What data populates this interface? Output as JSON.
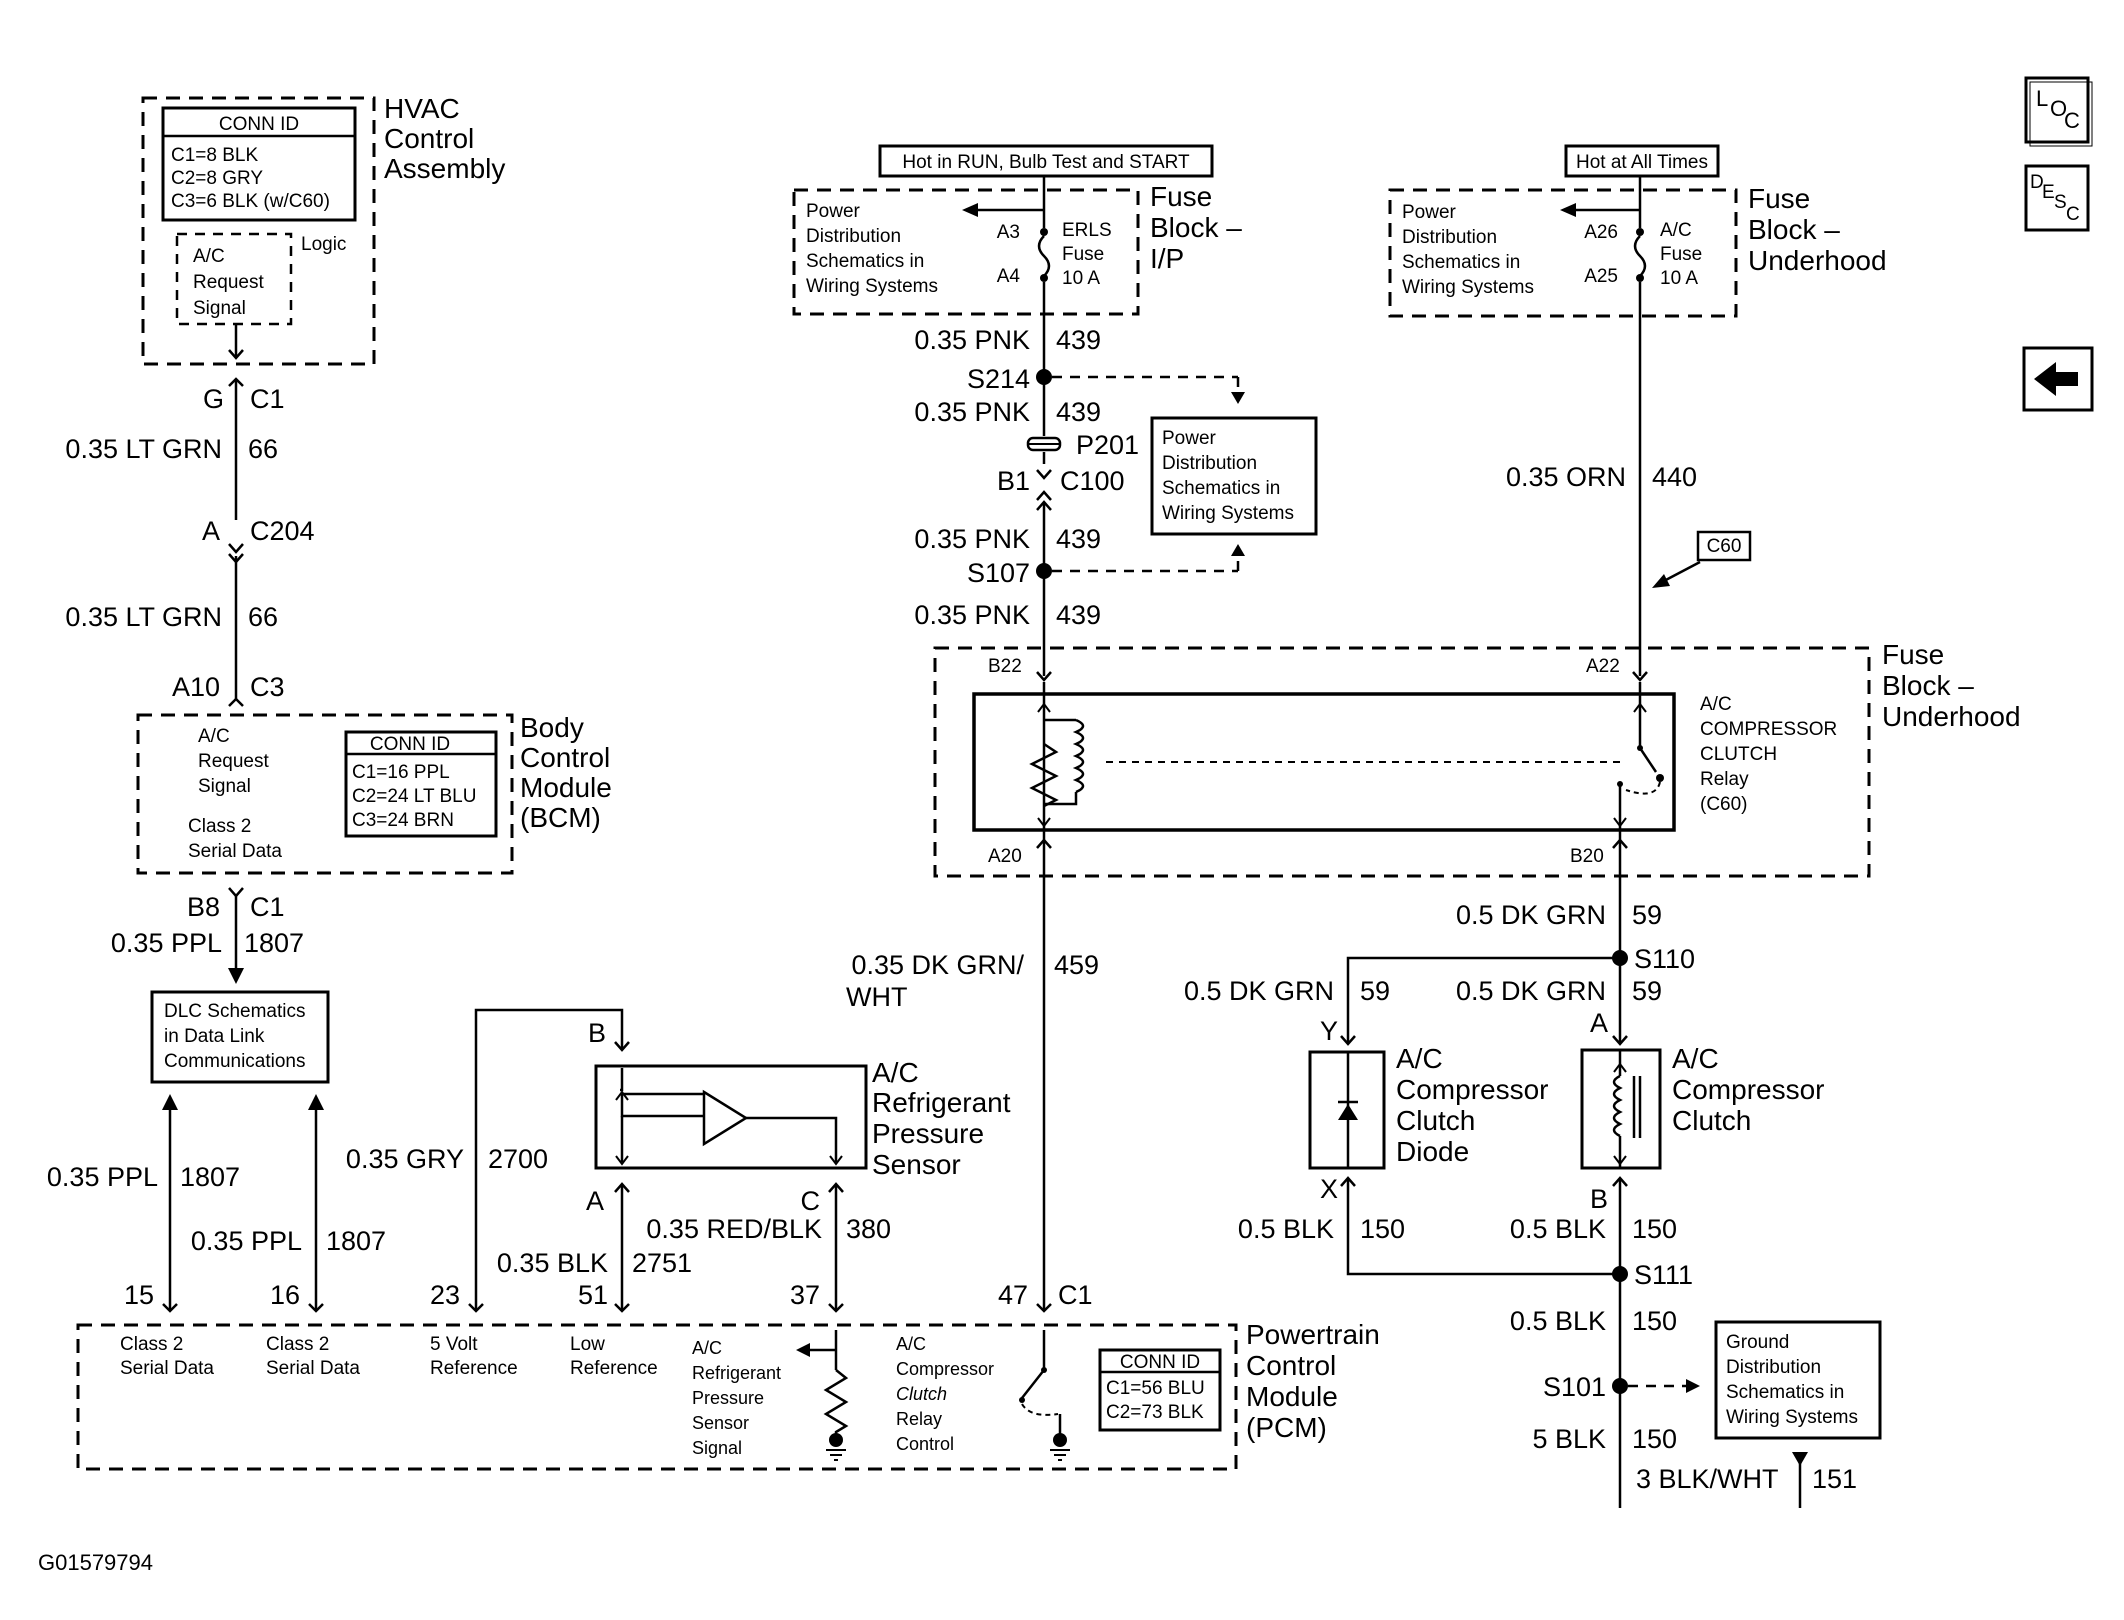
{
  "diagram": {
    "image_id": "G01579794",
    "nav": {
      "loc": "LOC",
      "desc": "DESC",
      "back_icon": "back-arrow-icon"
    },
    "hvac": {
      "title": [
        "HVAC",
        "Control",
        "Assembly"
      ],
      "conn_id_header": "CONN ID",
      "conn_rows": [
        "C1=8 BLK",
        "C2=8 GRY",
        "C3=6 BLK (w/C60)"
      ],
      "logic": "Logic",
      "signal": [
        "A/C",
        "Request",
        "Signal"
      ]
    },
    "left_wire": {
      "g_pin": "G",
      "c1": "C1",
      "w1_color": "0.35 LT GRN",
      "w1_num": "66",
      "a_pin": "A",
      "c204": "C204",
      "w2_color": "0.35 LT GRN",
      "w2_num": "66",
      "a10": "A10",
      "c3": "C3"
    },
    "bcm": {
      "title": [
        "Body",
        "Control",
        "Module",
        "(BCM)"
      ],
      "signal": [
        "A/C",
        "Request",
        "Signal"
      ],
      "serial": [
        "Class 2",
        "Serial Data"
      ],
      "conn_id_header": "CONN ID",
      "conn_rows": [
        "C1=16 PPL",
        "C2=24 LT BLU",
        "C3=24 BRN"
      ],
      "b8": "B8",
      "c1": "C1",
      "w_color": "0.35 PPL",
      "w_num": "1807"
    },
    "dlc": {
      "lines": [
        "DLC Schematics",
        "in Data Link",
        "Communications"
      ]
    },
    "pcm_wires": {
      "w15_color": "0.35 PPL",
      "w15_num": "1807",
      "w16_color": "0.35 PPL",
      "w16_num": "1807",
      "gry_color": "0.35 GRY",
      "gry_num": "2700",
      "blk_color": "0.35 BLK",
      "blk_num": "2751",
      "red_color": "0.35 RED/BLK",
      "red_num": "380",
      "dkgrn_color": [
        "0.35 DK GRN/",
        "WHT"
      ],
      "dkgrn_num": "459",
      "pins": [
        "15",
        "16",
        "23",
        "51",
        "37",
        "47"
      ],
      "c1": "C1"
    },
    "sensor": {
      "title": [
        "A/C",
        "Refrigerant",
        "Pressure",
        "Sensor"
      ],
      "pin_b": "B",
      "pin_a": "A",
      "pin_c": "C"
    },
    "pcm": {
      "title": [
        "Powertrain",
        "Control",
        "Module",
        "(PCM)"
      ],
      "labels": [
        [
          "Class 2",
          "Serial Data"
        ],
        [
          "Class 2",
          "Serial Data"
        ],
        [
          "5 Volt",
          "Reference"
        ],
        [
          "Low",
          "Reference"
        ],
        [
          "A/C",
          "Refrigerant",
          "Pressure",
          "Sensor",
          "Signal"
        ],
        [
          "A/C",
          "Compressor",
          "Clutch",
          "Relay",
          "Control"
        ]
      ],
      "conn_id_header": "CONN ID",
      "conn_rows": [
        "C1=56 BLU",
        "C2=73 BLK"
      ]
    },
    "ip_fuse": {
      "hot_label": "Hot in RUN, Bulb Test and START",
      "power_dist": [
        "Power",
        "Distribution",
        "Schematics in",
        "Wiring Systems"
      ],
      "a3": "A3",
      "a4": "A4",
      "fuse": [
        "ERLS",
        "Fuse",
        "10 A"
      ],
      "title": [
        "Fuse",
        "Block –",
        "I/P"
      ]
    },
    "center_wire": {
      "w1_color": "0.35 PNK",
      "w1_num": "439",
      "s214": "S214",
      "w2_color": "0.35 PNK",
      "w2_num": "439",
      "p201": "P201",
      "b1": "B1",
      "c100": "C100",
      "w3_color": "0.35 PNK",
      "w3_num": "439",
      "s107": "S107",
      "w4_color": "0.35 PNK",
      "w4_num": "439",
      "power_dist": [
        "Power",
        "Distribution",
        "Schematics in",
        "Wiring Systems"
      ]
    },
    "uh_fuse": {
      "hot_label": "Hot at All Times",
      "power_dist": [
        "Power",
        "Distribution",
        "Schematics in",
        "Wiring Systems"
      ],
      "a26": "A26",
      "a25": "A25",
      "fuse": [
        "A/C",
        "Fuse",
        "10 A"
      ],
      "title": [
        "Fuse",
        "Block –",
        "Underhood"
      ],
      "w_color": "0.35 ORN",
      "w_num": "440",
      "c60_tag": "C60"
    },
    "relay_block": {
      "title": [
        "Fuse",
        "Block –",
        "Underhood"
      ],
      "b22": "B22",
      "a22": "A22",
      "a20": "A20",
      "b20": "B20",
      "relay_label": [
        "A/C",
        "COMPRESSOR",
        "CLUTCH",
        "Relay",
        "(C60)"
      ]
    },
    "right_wire": {
      "w1_color": "0.5 DK GRN",
      "w1_num": "59",
      "s110": "S110",
      "w2_color": "0.5 DK GRN",
      "w2_num": "59",
      "w3_color": "0.5 DK GRN",
      "w3_num": "59",
      "pin_y": "Y",
      "pin_a": "A",
      "pin_x": "X",
      "pin_b": "B",
      "diode": [
        "A/C",
        "Compressor",
        "Clutch",
        "Diode"
      ],
      "clutch": [
        "A/C",
        "Compressor",
        "Clutch"
      ],
      "w4_color": "0.5 BLK",
      "w4_num": "150",
      "w5_color": "0.5 BLK",
      "w5_num": "150",
      "s111": "S111",
      "w6_color": "0.5 BLK",
      "w6_num": "150",
      "s101": "S101",
      "w7_color": "5 BLK",
      "w7_num": "150",
      "w8_color": "3 BLK/WHT",
      "w8_num": "151",
      "ground": [
        "Ground",
        "Distribution",
        "Schematics in",
        "Wiring Systems"
      ]
    }
  }
}
